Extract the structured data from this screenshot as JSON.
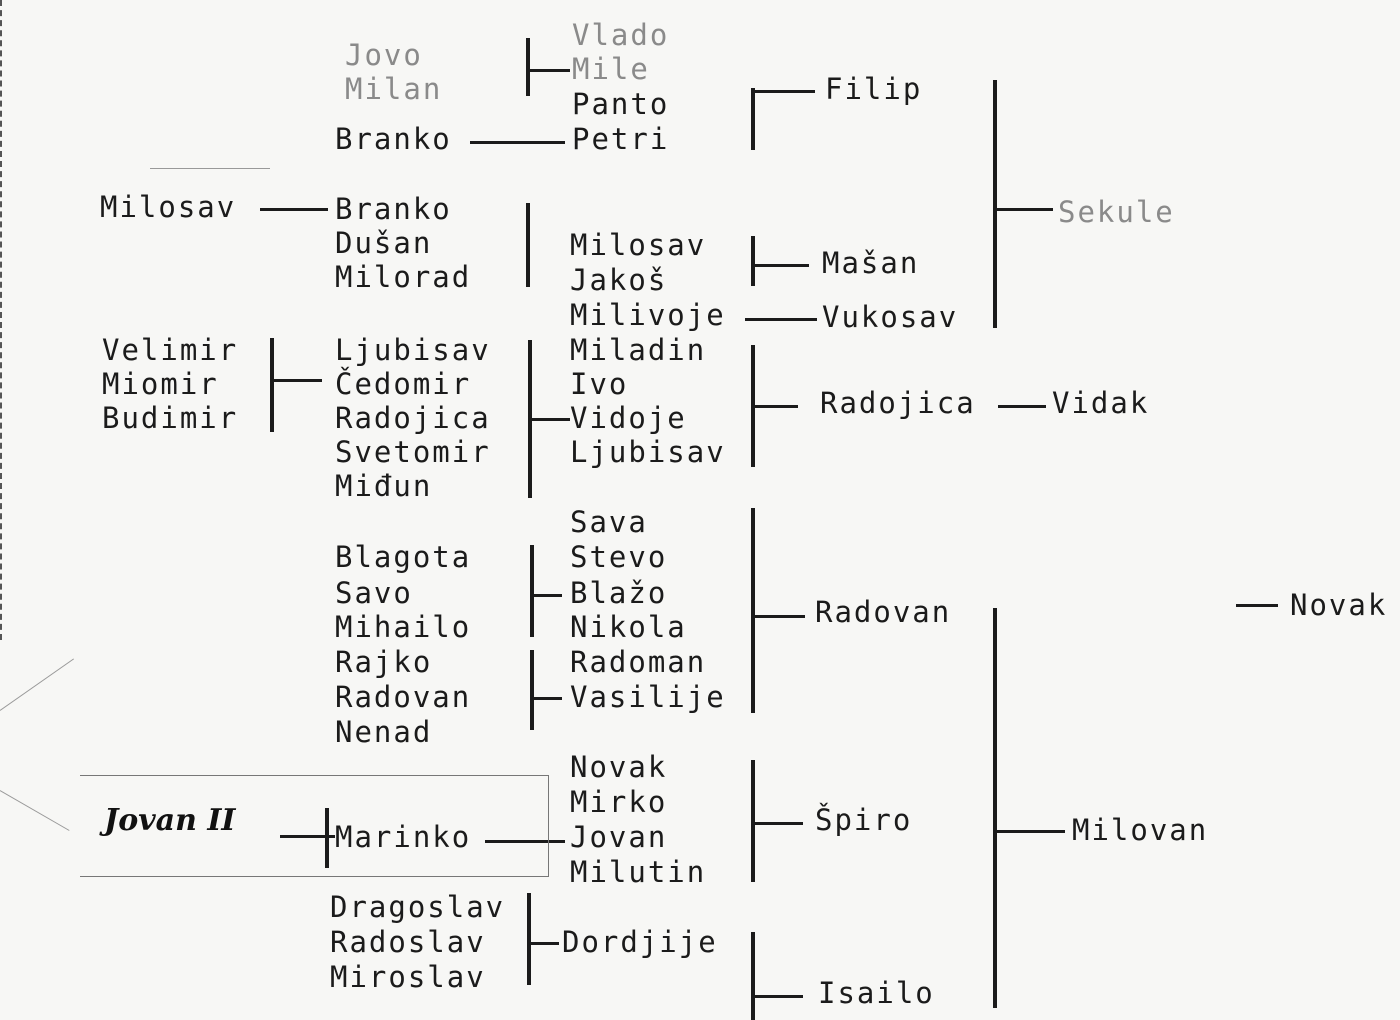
{
  "generations": {
    "root": "Novak",
    "g2": [
      "Sekule",
      "Milovan"
    ],
    "g3": [
      "Filip",
      "Mašan",
      "Vukosav",
      "Radojica",
      "Vidak",
      "Radovan",
      "Špiro",
      "Isailo"
    ],
    "g4": [
      "Vlado",
      "Mile",
      "Panto",
      "Petri",
      "Milosav",
      "Jakoš",
      "Milivoje",
      "Miladin",
      "Ivo",
      "Vidoje",
      "Ljubisav",
      "Sava",
      "Stevo",
      "Blažo",
      "Nikola",
      "Radoman",
      "Vasilije",
      "Novak",
      "Mirko",
      "Jovan",
      "Milutin",
      "Dordjije"
    ],
    "g5": [
      "Jovo",
      "Milan",
      "Branko",
      "Branko",
      "Dušan",
      "Milorad",
      "Ljubisav",
      "Čedomir",
      "Radojica",
      "Svetomir",
      "Miđun",
      "Blagota",
      "Savo",
      "Mihailo",
      "Rajko",
      "Radovan",
      "Nenad",
      "Marinko",
      "Dragoslav",
      "Radoslav",
      "Miroslav"
    ],
    "g6": [
      "Milosav",
      "Velimir",
      "Miomir",
      "Budimir",
      "Jovan II"
    ]
  }
}
